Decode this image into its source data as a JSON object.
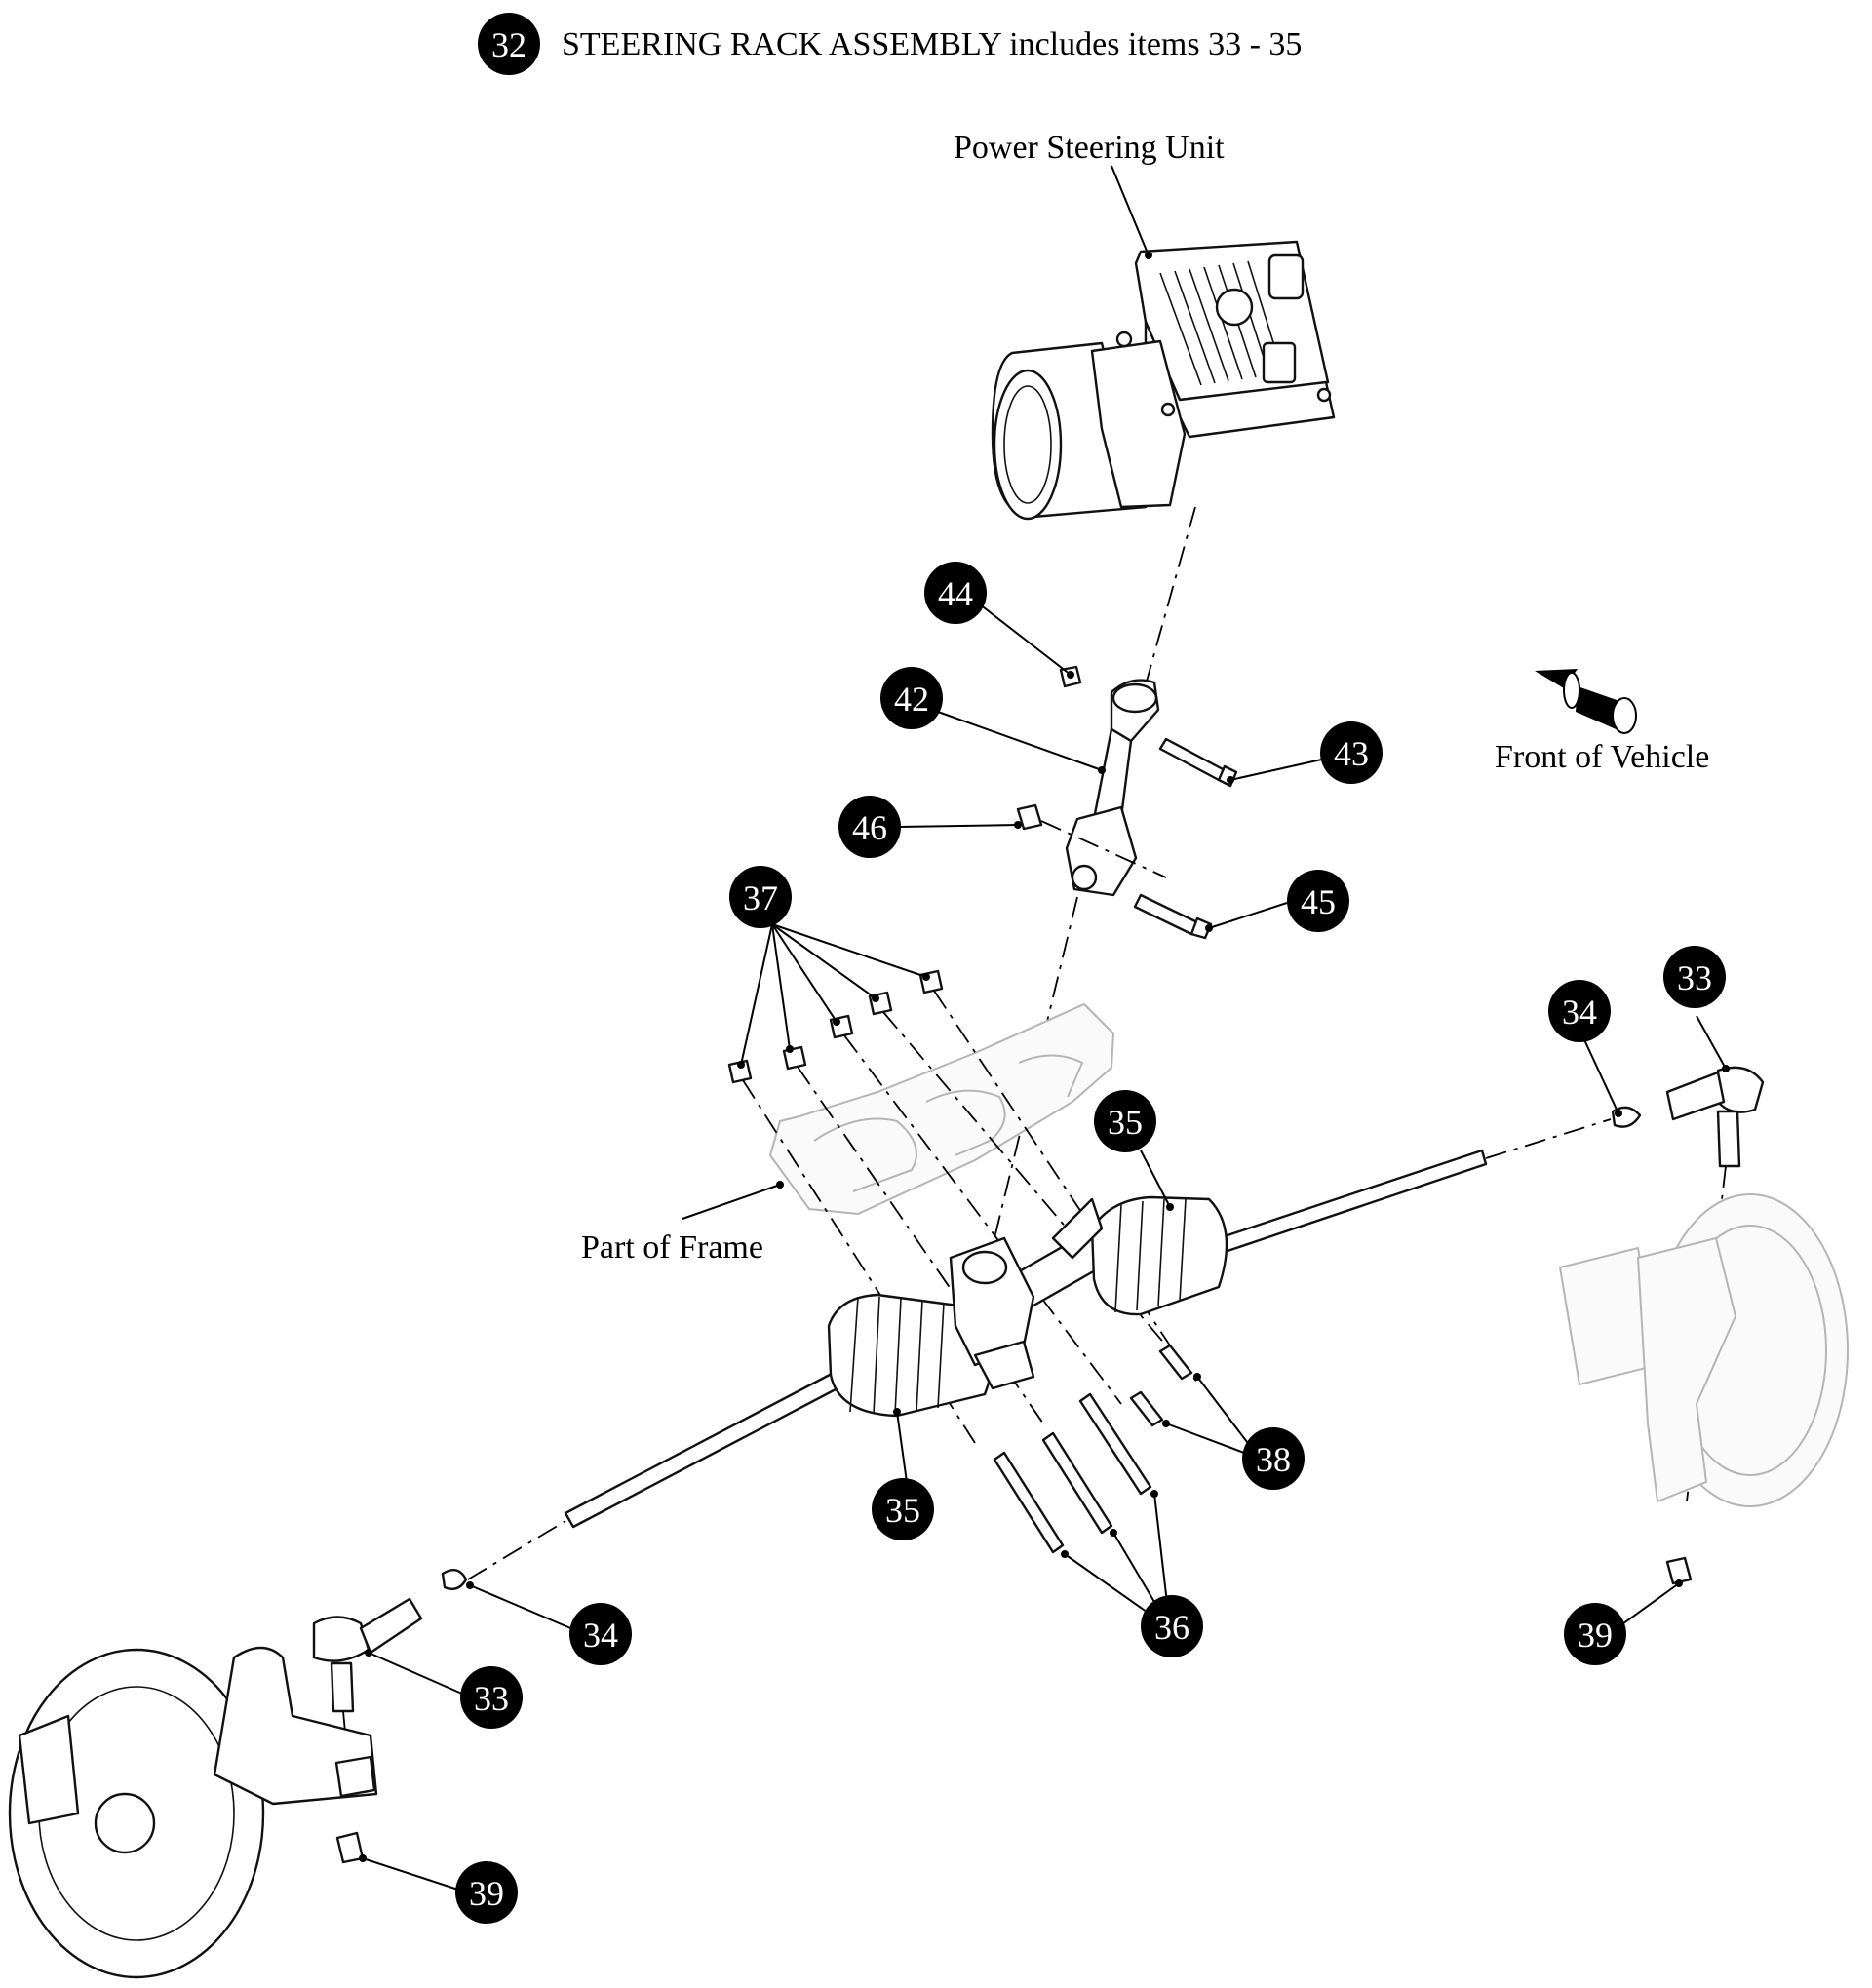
{
  "title": {
    "item_number": "32",
    "text": "STEERING RACK ASSEMBLY includes items 33 - 35"
  },
  "labels": {
    "power_steering_unit": "Power Steering Unit",
    "front_of_vehicle": "Front of Vehicle",
    "part_of_frame": "Part of Frame"
  },
  "callouts": {
    "c44": "44",
    "c42": "42",
    "c43": "43",
    "c46": "46",
    "c45": "45",
    "c37": "37",
    "c34_right": "34",
    "c33_right": "33",
    "c35_upper": "35",
    "c38": "38",
    "c35_lower": "35",
    "c36": "36",
    "c34_left": "34",
    "c33_left": "33",
    "c39_left": "39",
    "c39_right": "39"
  }
}
